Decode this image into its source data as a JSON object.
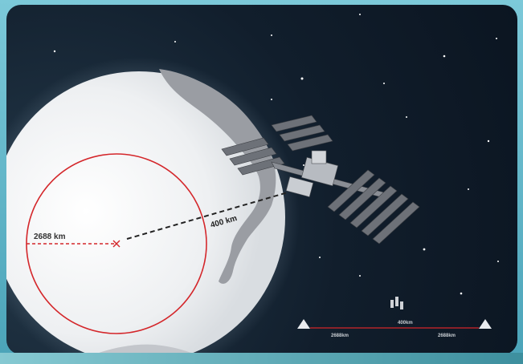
{
  "figure": {
    "distance_label": "400 km",
    "radius_label": "2688 km",
    "scale_left_label": "2688km",
    "scale_mid_label": "400km",
    "scale_right_label": "2688km",
    "colors": {
      "earth": "#eef0f2",
      "land": "#9a9da3",
      "circle": "#d4262a",
      "space": "#111e2c",
      "frame": "#5fb3c6"
    }
  }
}
